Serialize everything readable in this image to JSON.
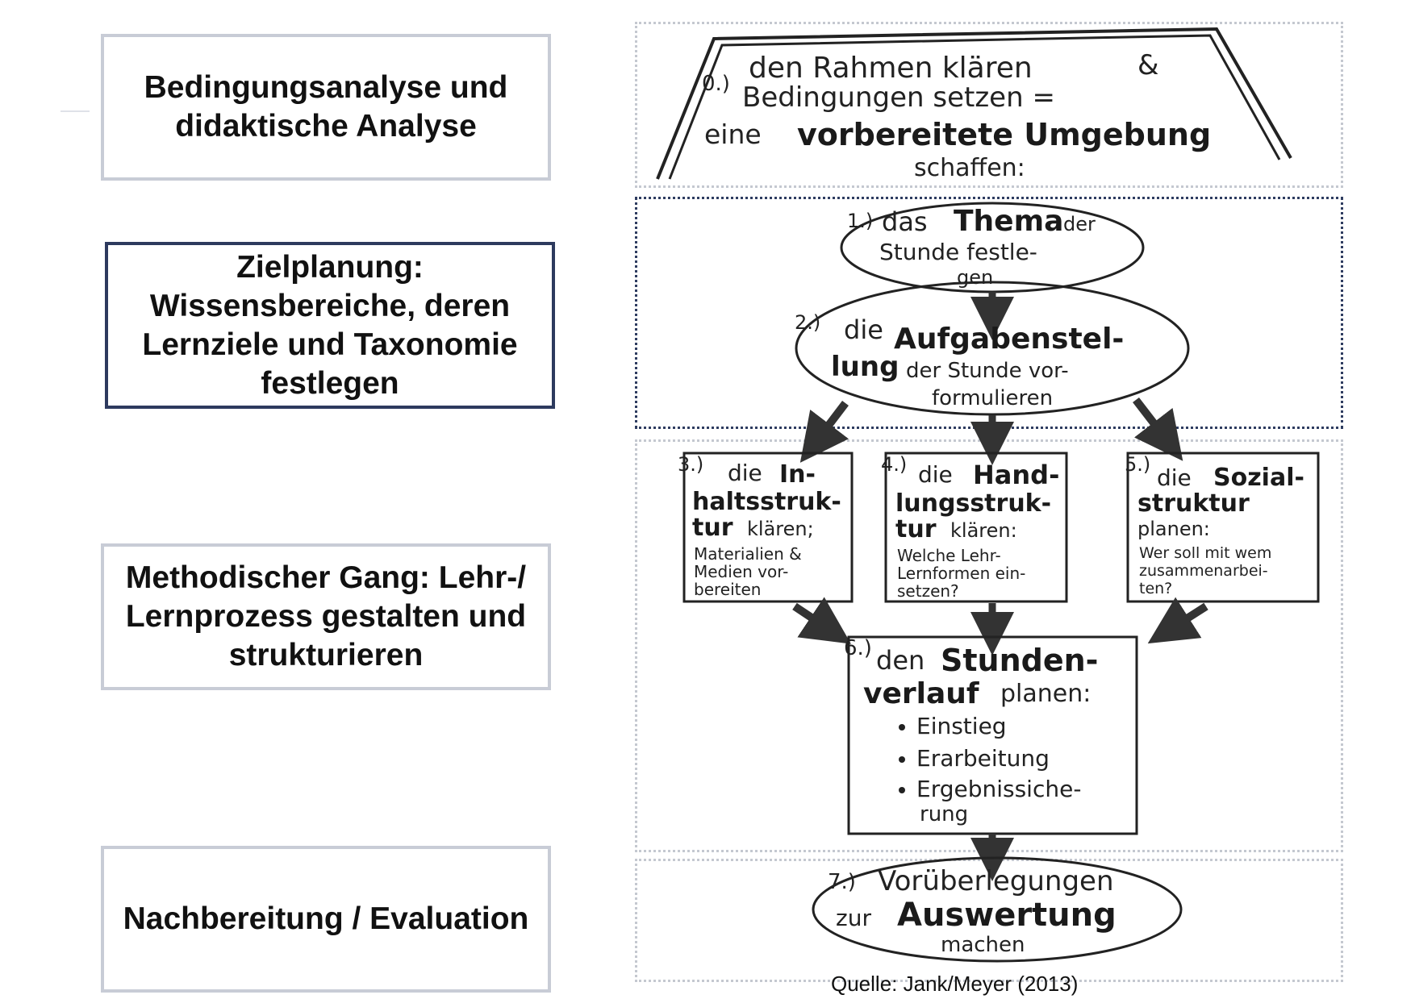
{
  "left_boxes": [
    {
      "lines": [
        "Bedingungsanalyse und",
        "didaktische Analyse"
      ]
    },
    {
      "lines": [
        "Zielplanung:",
        "Wissensbereiche, deren",
        "Lernziele und Taxonomie",
        "festlegen"
      ]
    },
    {
      "lines": [
        "Methodischer Gang: Lehr-/",
        "Lernprozess gestalten und",
        "strukturieren"
      ]
    },
    {
      "lines": [
        "Nachbereitung / Evaluation"
      ]
    }
  ],
  "sketch": {
    "step0": {
      "num": "0.)",
      "line1": "den Rahmen klären",
      "amp": "&",
      "line2": "Bedingungen setzen =",
      "line3_a": "eine",
      "line3_b": "vorbereitete Umgebung",
      "line4": "schaffen:"
    },
    "step1": {
      "num": "1.)",
      "a": "das",
      "b": "Thema",
      "c": "der",
      "line2": "Stunde festle-",
      "line3": "gen"
    },
    "step2": {
      "num": "2.)",
      "a": "die",
      "b": "Aufgabenstel-",
      "line2_a": "lung",
      "line2_b": "der Stunde vor-",
      "line3": "formulieren"
    },
    "step3": {
      "num": "3.)",
      "a": "die",
      "b": "In-",
      "line2": "haltsstruk-",
      "line3_a": "tur",
      "line3_b": "klären;",
      "s1": "Materialien &",
      "s2": "Medien vor-",
      "s3": "bereiten"
    },
    "step4": {
      "num": "4.)",
      "a": "die",
      "b": "Hand-",
      "line2": "lungsstruk-",
      "line3_a": "tur",
      "line3_b": "klären:",
      "s1": "Welche Lehr-",
      "s2": "Lernformen ein-",
      "s3": "setzen?"
    },
    "step5": {
      "num": "5.)",
      "a": "die",
      "b": "Sozial-",
      "line2": "struktur",
      "line3": "planen:",
      "s1": "Wer soll mit wem",
      "s2": "zusammenarbei-",
      "s3": "ten?"
    },
    "step6": {
      "num": "6.)",
      "a": "den",
      "b": "Stunden-",
      "line2_a": "verlauf",
      "line2_b": "planen:",
      "items": [
        "Einstieg",
        "Erarbeitung",
        "Ergebnissiche-",
        "rung"
      ]
    },
    "step7": {
      "num": "7.)",
      "line1": "Vorüberlegungen",
      "line2_a": "zur",
      "line2_b": "Auswertung",
      "line3": "machen"
    }
  },
  "source": "Quelle: Jank/Meyer (2013)"
}
